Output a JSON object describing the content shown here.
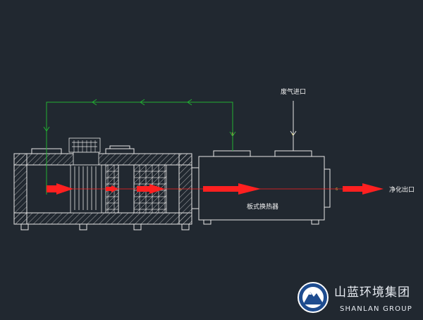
{
  "labels": {
    "inlet": "废气进口",
    "heat_exchanger": "板式换热器",
    "outlet": "净化出口"
  },
  "brand": {
    "name_zh": "山蓝环境集团",
    "name_en": "SHANLAN GROUP"
  },
  "colors": {
    "background": "#212830",
    "outline": "#e6e6e6",
    "flow_arrow": "#ff2020",
    "return_duct": "#22b032",
    "marker_text": "#d8c84a"
  }
}
